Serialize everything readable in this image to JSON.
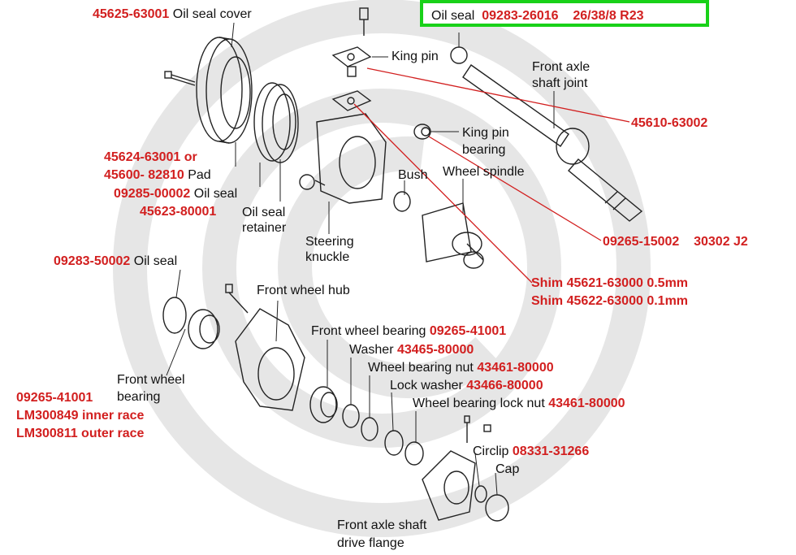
{
  "colors": {
    "part_number": "#d21f1f",
    "label": "#111111",
    "highlight_border": "#19d119",
    "watermark": "#e6e6e6"
  },
  "labels": {
    "oil_seal_top": {
      "text": "Oil seal",
      "pn": "09283-26016",
      "extra": "26/38/8 R23"
    },
    "oil_seal_cover": {
      "pn": "45625-63001",
      "text": "Oil seal cover"
    },
    "king_pin": {
      "text": "King pin"
    },
    "axle_joint": {
      "line1": "Front axle",
      "line2": "shaft joint"
    },
    "axle_joint_pn": {
      "pn": "45610-63002"
    },
    "kp_bearing": {
      "line1": "King pin",
      "line2": "bearing"
    },
    "pad": {
      "pn1": "45624-63001 or",
      "pn2": "45600- 82810",
      "text": "Pad"
    },
    "oil_seal_2": {
      "pn": "09285-00002",
      "text": "Oil seal"
    },
    "oil_seal_ret": {
      "pn": "45623-80001",
      "line1": "Oil seal",
      "line2": "retainer"
    },
    "bush": {
      "text": "Bush"
    },
    "wheel_spindle": {
      "text": "Wheel spindle"
    },
    "steering_knuckle": {
      "line1": "Steering",
      "line2": "knuckle"
    },
    "kp_bearing_pn": {
      "pn": "09265-15002",
      "extra": "30302 J2"
    },
    "shim": {
      "line1": "Shim 45621-63000 0.5mm",
      "line2": "Shim 45622-63000 0.1mm"
    },
    "oil_seal_3": {
      "pn": "09283-50002",
      "text": "Oil seal"
    },
    "front_hub": {
      "text": "Front wheel hub"
    },
    "fw_bearing": {
      "text": "Front wheel bearing",
      "pn": "09265-41001"
    },
    "washer": {
      "text": "Washer",
      "pn": "43465-80000"
    },
    "wb_nut": {
      "text": "Wheel bearing nut",
      "pn": "43461-80000"
    },
    "lock_washer": {
      "text": "Lock washer",
      "pn": "43466-80000"
    },
    "wb_lock_nut": {
      "text": "Wheel bearing lock nut",
      "pn": "43461-80000"
    },
    "fw_bearing_left": {
      "line1": "Front wheel",
      "line2": "bearing"
    },
    "fw_bearing_pns": {
      "pn1": "09265-41001",
      "pn2": "LM300849 inner race",
      "pn3": "LM300811 outer race"
    },
    "circlip": {
      "text": "Circlip",
      "pn": "08331-31266"
    },
    "cap": {
      "text": "Cap"
    },
    "drive_flange": {
      "line1": "Front axle shaft",
      "line2": "drive flange"
    }
  }
}
